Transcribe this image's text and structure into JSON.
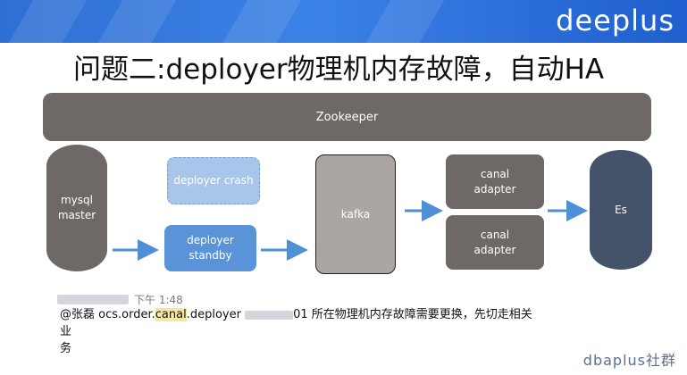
{
  "header": {
    "logo": "deeplus",
    "title": "问题二:deployer物理机内存故障，自动HA",
    "banner_color": "#2f6fd3"
  },
  "diagram": {
    "zookeeper": "Zookeeper",
    "mysql_line1": "mysql",
    "mysql_line2": "master",
    "deployer_crash": "deployer crash",
    "deployer_standby_line1": "deployer",
    "deployer_standby_line2": "standby",
    "kafka": "kafka",
    "canal1_line1": "canal",
    "canal1_line2": "adapter",
    "canal2_line1": "canal",
    "canal2_line2": "adapter",
    "es": "Es",
    "arrow_color": "#4f8fd6"
  },
  "chat": {
    "time": "下午 1:48",
    "mention": "@张磊",
    "msg_prefix": "ocs.order.",
    "msg_highlight": "canal",
    "msg_mid": ".deployer",
    "msg_suffix": "01 所在物理机内存故障需要更换，先切走相关业",
    "msg_line2": "务"
  },
  "footer": {
    "brand": "dbaplus社群"
  }
}
